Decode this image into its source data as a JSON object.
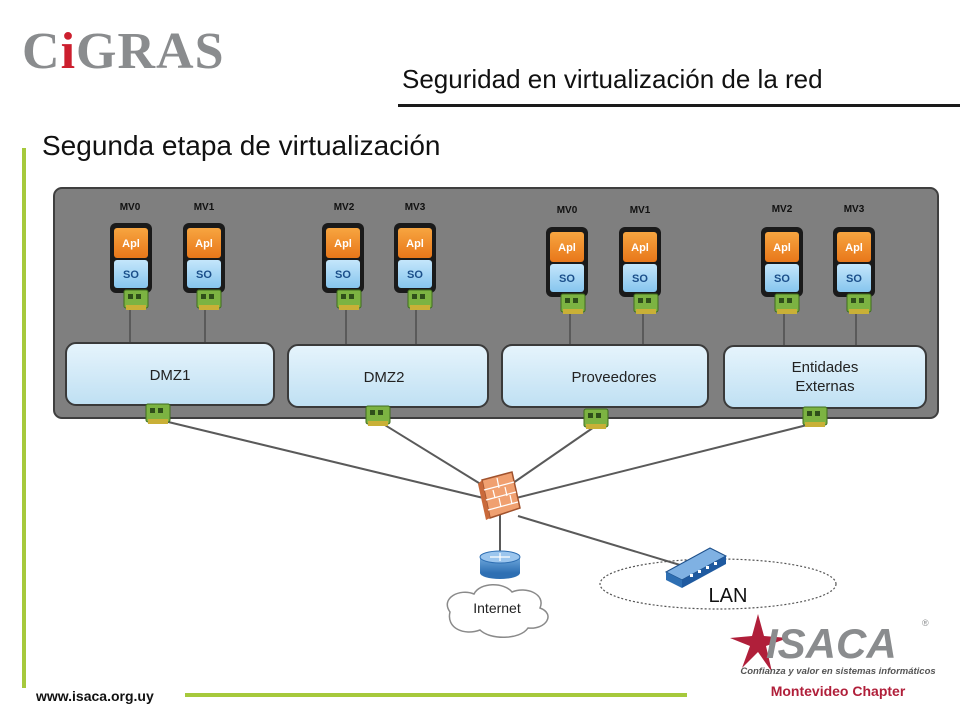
{
  "header": {
    "logo_text": "CiGRAS",
    "slide_title": "Seguridad en virtualización de la red",
    "subtitle": "Segunda etapa de virtualización"
  },
  "diagram": {
    "vm_groups": [
      {
        "zone_label": "DMZ1",
        "vms": [
          {
            "name": "MV0",
            "apl": "Apl",
            "so": "SO"
          },
          {
            "name": "MV1",
            "apl": "Apl",
            "so": "SO"
          }
        ]
      },
      {
        "zone_label": "DMZ2",
        "vms": [
          {
            "name": "MV2",
            "apl": "Apl",
            "so": "SO"
          },
          {
            "name": "MV3",
            "apl": "Apl",
            "so": "SO"
          }
        ]
      },
      {
        "zone_label": "Proveedores",
        "vms": [
          {
            "name": "MV0",
            "apl": "Apl",
            "so": "SO"
          },
          {
            "name": "MV1",
            "apl": "Apl",
            "so": "SO"
          }
        ]
      },
      {
        "zone_label_line1": "Entidades",
        "zone_label_line2": "Externas",
        "vms": [
          {
            "name": "MV2",
            "apl": "Apl",
            "so": "SO"
          },
          {
            "name": "MV3",
            "apl": "Apl",
            "so": "SO"
          }
        ]
      }
    ],
    "internet_label": "Internet",
    "lan_label": "LAN",
    "colors": {
      "apl_orange": "#f28a1e",
      "so_blue": "#9fd3f4",
      "nic_green": "#7cb342",
      "host_gray": "#7f7f7f",
      "zone_fill": "#cfe8f7",
      "firewall": "#f0a070"
    }
  },
  "footer": {
    "website": "www.isaca.org.uy",
    "isaca": {
      "name": "ISACA",
      "registered": "®",
      "tagline": "Confianza y valor en sistemas informáticos",
      "chapter": "Montevideo Chapter"
    }
  }
}
